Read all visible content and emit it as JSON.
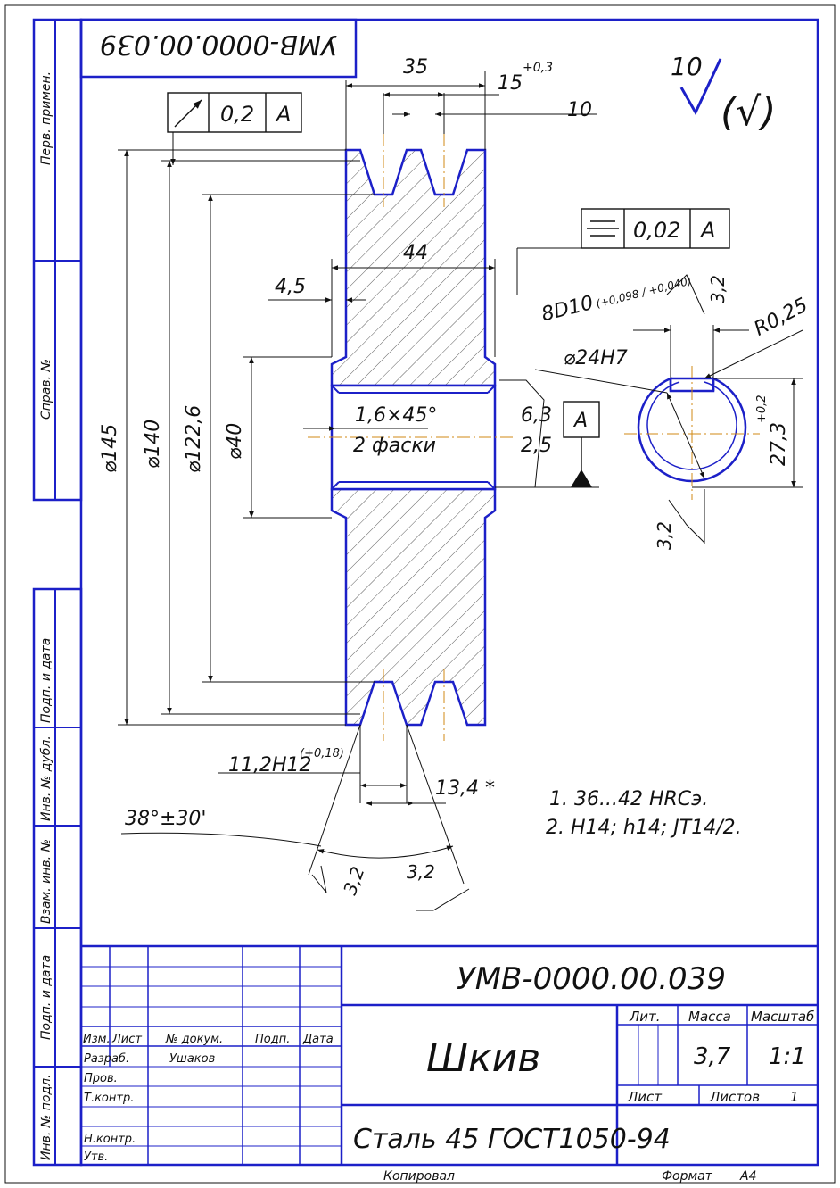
{
  "stamp_code": "УМВ-0000.00.039",
  "title_block": {
    "designation": "УМВ-0000.00.039",
    "part_name": "Шкив",
    "material": "Сталь 45 ГОСТ1050-94",
    "col_lit": "Лит.",
    "col_mass": "Масса",
    "col_scale": "Масштаб",
    "mass": "3,7",
    "scale": "1:1",
    "sheet_label": "Лист",
    "sheets_label": "Листов",
    "sheets_count": "1",
    "hdr_izm": "Изм.",
    "hdr_list": "Лист",
    "hdr_doc": "№ докум.",
    "hdr_sign": "Подп.",
    "hdr_date": "Дата",
    "role_dev": "Разраб.",
    "role_chk": "Пров.",
    "role_tctrl": "Т.контр.",
    "role_nctrl": "Н.контр.",
    "role_appr": "Утв.",
    "dev_name": "Ушаков",
    "copied": "Копировал",
    "format_label": "Формат",
    "format_value": "А4"
  },
  "side_stamps": [
    "Перв. примен.",
    "Справ. №",
    "Подп. и дата",
    "Инв. № дубл.",
    "Взам. инв. №",
    "Подп. и дата",
    "Инв. № подл."
  ],
  "roughness": {
    "value": "10",
    "rest": "(√)"
  },
  "tolerances": {
    "runout_value": "0,2",
    "runout_datum": "A",
    "symmetry_value": "0,02",
    "symmetry_datum": "A",
    "datum_label": "A"
  },
  "dimensions": {
    "d35": "35",
    "d15": "15",
    "d15_tol": "+0,3",
    "d10": "10",
    "d44": "44",
    "d45": "4,5",
    "d145": "⌀145",
    "d140": "⌀140",
    "d1226": "⌀122,6",
    "d40": "⌀40",
    "chamfer": "1,6×45°",
    "chamfer_note": "2 фаски",
    "d63": "6,3",
    "d25": "2,5",
    "key_width": "8D10",
    "key_tol": "(+0,098 / +0,040)",
    "rough32a": "3,2",
    "rough32b": "3,2",
    "rough32c": "3,2",
    "rough32d": "3,2",
    "radius": "R0,25",
    "bore": "⌀24H7",
    "key_depth": "27,3",
    "key_depth_tol": "+0,2",
    "groove": "11,2H12",
    "groove_tol": "(+0,18)",
    "d134": "13,4 *",
    "angle": "38°±30'"
  },
  "notes": [
    "1. 36...42 HRCэ.",
    "2. H14; h14; JT14/2."
  ]
}
